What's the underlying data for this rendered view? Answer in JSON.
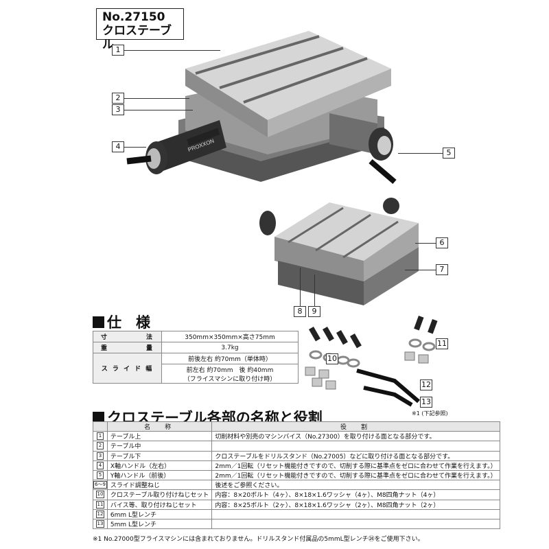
{
  "header": {
    "model_no": "No.27150",
    "product_name": "クロステーブル"
  },
  "brand_plate": "PROXXON",
  "callouts": [
    "1",
    "2",
    "3",
    "4",
    "5",
    "6",
    "7",
    "8",
    "9",
    "10",
    "11",
    "12",
    "13"
  ],
  "hardware_note": "※1 (下記参照)",
  "spec_section": {
    "title": "仕　様",
    "rows": [
      {
        "label": "寸　　　　　法",
        "values": [
          "350mm×350mm×高さ75mm"
        ]
      },
      {
        "label": "重　　　　　量",
        "values": [
          "3.7kg"
        ]
      },
      {
        "label": "ス ラ イ ド 幅",
        "values": [
          "前後左右 約70mm（単体時）",
          "前左右 約70mm　後 約40mm\n（フライスマシンに取り付け時）"
        ]
      }
    ]
  },
  "parts_section": {
    "title": "クロステーブル各部の名称と役割",
    "headers": [
      "名　称",
      "役　割"
    ],
    "rows": [
      {
        "no": "1",
        "name": "テーブル上",
        "role": "切削材料や別売のマシンバイス（No.27300）を取り付ける面となる部分です。"
      },
      {
        "no": "2",
        "name": "テーブル中",
        "role": ""
      },
      {
        "no": "3",
        "name": "テーブル下",
        "role": "クロステーブルをドリルスタンド（No.27005）などに取り付ける面となる部分です。"
      },
      {
        "no": "4",
        "name": "X軸ハンドル（左右）",
        "role": "2mm／1回転（リセット機能付きですので、切削する際に基準点をゼロに合わせて作業を行えます。）"
      },
      {
        "no": "5",
        "name": "Y軸ハンドル（前後）",
        "role": "2mm／1回転（リセット機能付きですので、切削する際に基準点をゼロに合わせて作業を行えます。）"
      },
      {
        "no": "6～9",
        "name": "スライド調整ねじ",
        "role": "後述をご参照ください。"
      },
      {
        "no": "10",
        "name": "クロステーブル取り付けねじセット",
        "role": "内容：8×20ボルト（4ヶ）、8×18×1.6ワッシャ（4ヶ）、M8四角ナット（4ヶ）"
      },
      {
        "no": "11",
        "name": "バイス等、取り付けねじセット",
        "role": "内容：8×25ボルト（2ヶ）、8×18×1.6ワッシャ（2ヶ）、M8四角ナット（2ヶ）"
      },
      {
        "no": "12",
        "name": "6mm L型レンチ",
        "role": ""
      },
      {
        "no": "13",
        "name": "5mm L型レンチ",
        "role": ""
      }
    ]
  },
  "footnote": "※1 No.27000型フライスマシンには含まれておりません。ドリルスタンド付属品の5mmL型レンチ㉔をご使用下さい。",
  "colors": {
    "metal_light": "#d9d9d9",
    "metal_mid": "#a8a8a8",
    "metal_dark": "#4a4a4a"
  }
}
